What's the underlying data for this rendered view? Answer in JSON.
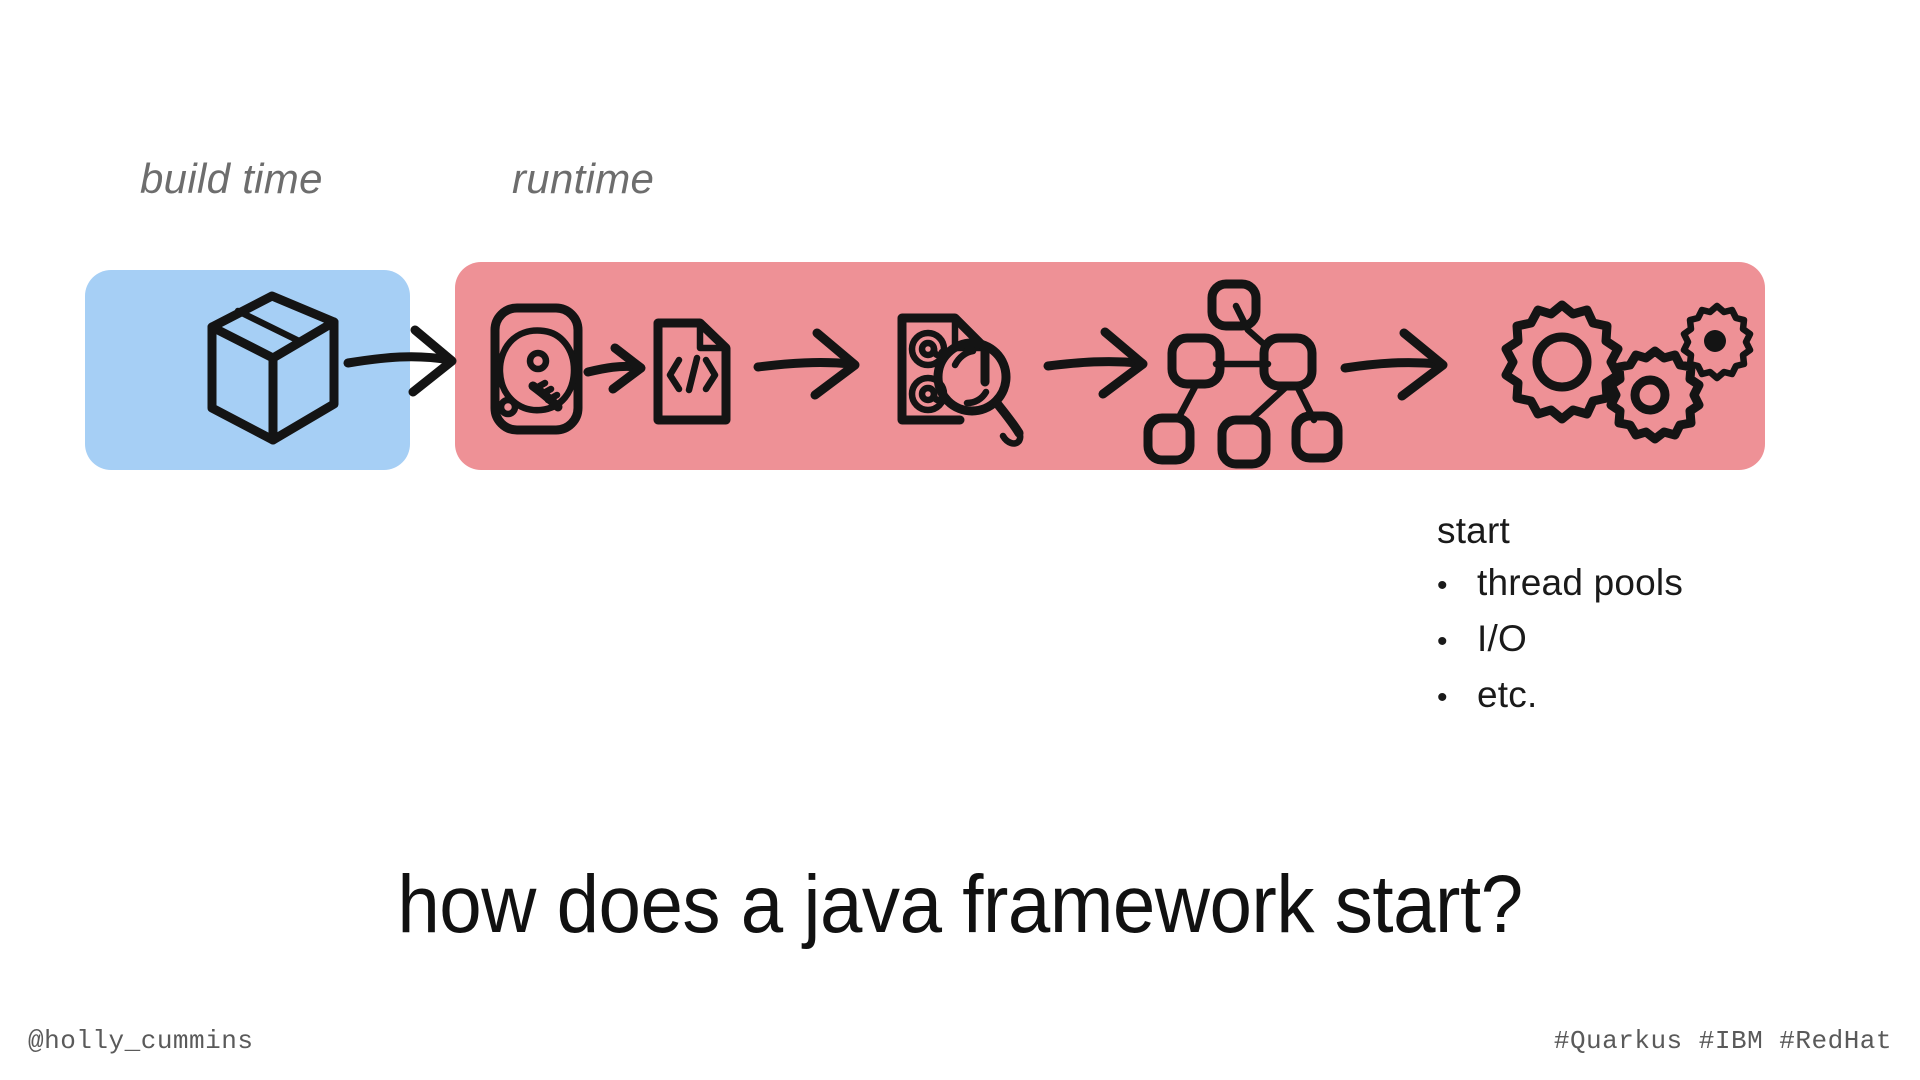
{
  "slide": {
    "background_color": "#ffffff",
    "headline": "how does a java framework start?"
  },
  "phases": [
    {
      "id": "build-time",
      "label": "build time",
      "box_color": "#A6CFF5"
    },
    {
      "id": "runtime",
      "label": "runtime",
      "box_color": "#EE9196"
    }
  ],
  "pipeline": {
    "build_time_stage": {
      "icon": "package-box-icon",
      "icon_label": "package"
    },
    "runtime_stages": [
      {
        "icon": "hard-disk-icon",
        "icon_label": "disk read"
      },
      {
        "icon": "code-file-icon",
        "icon_label": "code file",
        "glyph": "</>"
      },
      {
        "icon": "annotation-scan-icon",
        "icon_label": "annotation scanning",
        "glyph": "@"
      },
      {
        "icon": "dependency-graph-icon",
        "icon_label": "dependency graph"
      },
      {
        "icon": "gears-icon",
        "icon_label": "gears"
      }
    ],
    "arrows": [
      {
        "id": "arrow-build-to-runtime"
      },
      {
        "id": "arrow-disk-to-code"
      },
      {
        "id": "arrow-code-to-annotations"
      },
      {
        "id": "arrow-annotations-to-graph"
      },
      {
        "id": "arrow-graph-to-gears"
      }
    ]
  },
  "start_panel": {
    "title": "start",
    "items": [
      {
        "bullet": "•",
        "text": "thread pools"
      },
      {
        "bullet": "•",
        "text": "I/O"
      },
      {
        "bullet": "•",
        "text": "etc."
      }
    ]
  },
  "footer": {
    "handle": "@holly_cummins",
    "tags": "#Quarkus #IBM #RedHat"
  },
  "colors": {
    "build_time_box": "#A6CFF5",
    "runtime_box": "#EE9196",
    "ink": "#111111",
    "label_gray": "#6d6d6d",
    "footer_gray": "#5a5a5a"
  }
}
